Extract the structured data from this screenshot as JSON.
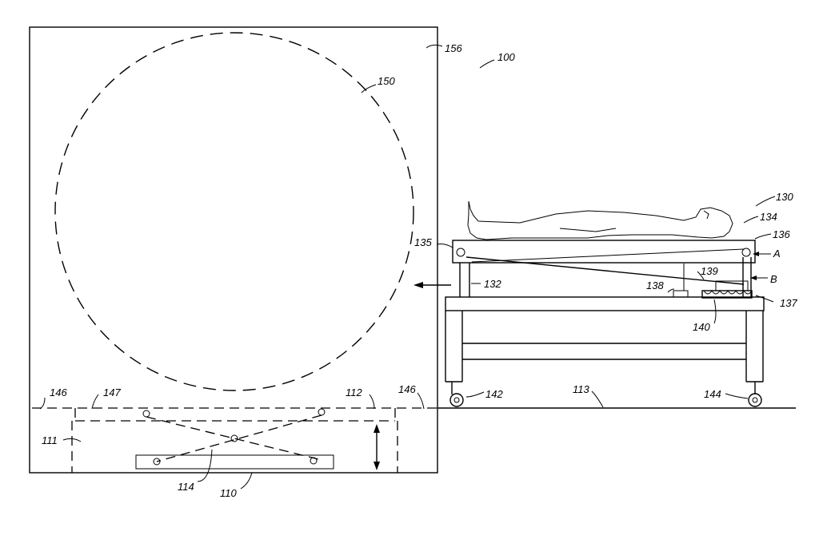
{
  "figure": {
    "labels": {
      "n100": "100",
      "n110": "110",
      "n111": "111",
      "n112": "112",
      "n113": "113",
      "n114": "114",
      "n130": "130",
      "n132": "132",
      "n134": "134",
      "n135": "135",
      "n136": "136",
      "n137": "137",
      "n138": "138",
      "n139": "139",
      "n140": "140",
      "n142": "142",
      "n144": "144",
      "n146a": "146",
      "n146b": "146",
      "n147": "147",
      "n150": "150",
      "n156": "156",
      "A": "A",
      "B": "B"
    }
  }
}
